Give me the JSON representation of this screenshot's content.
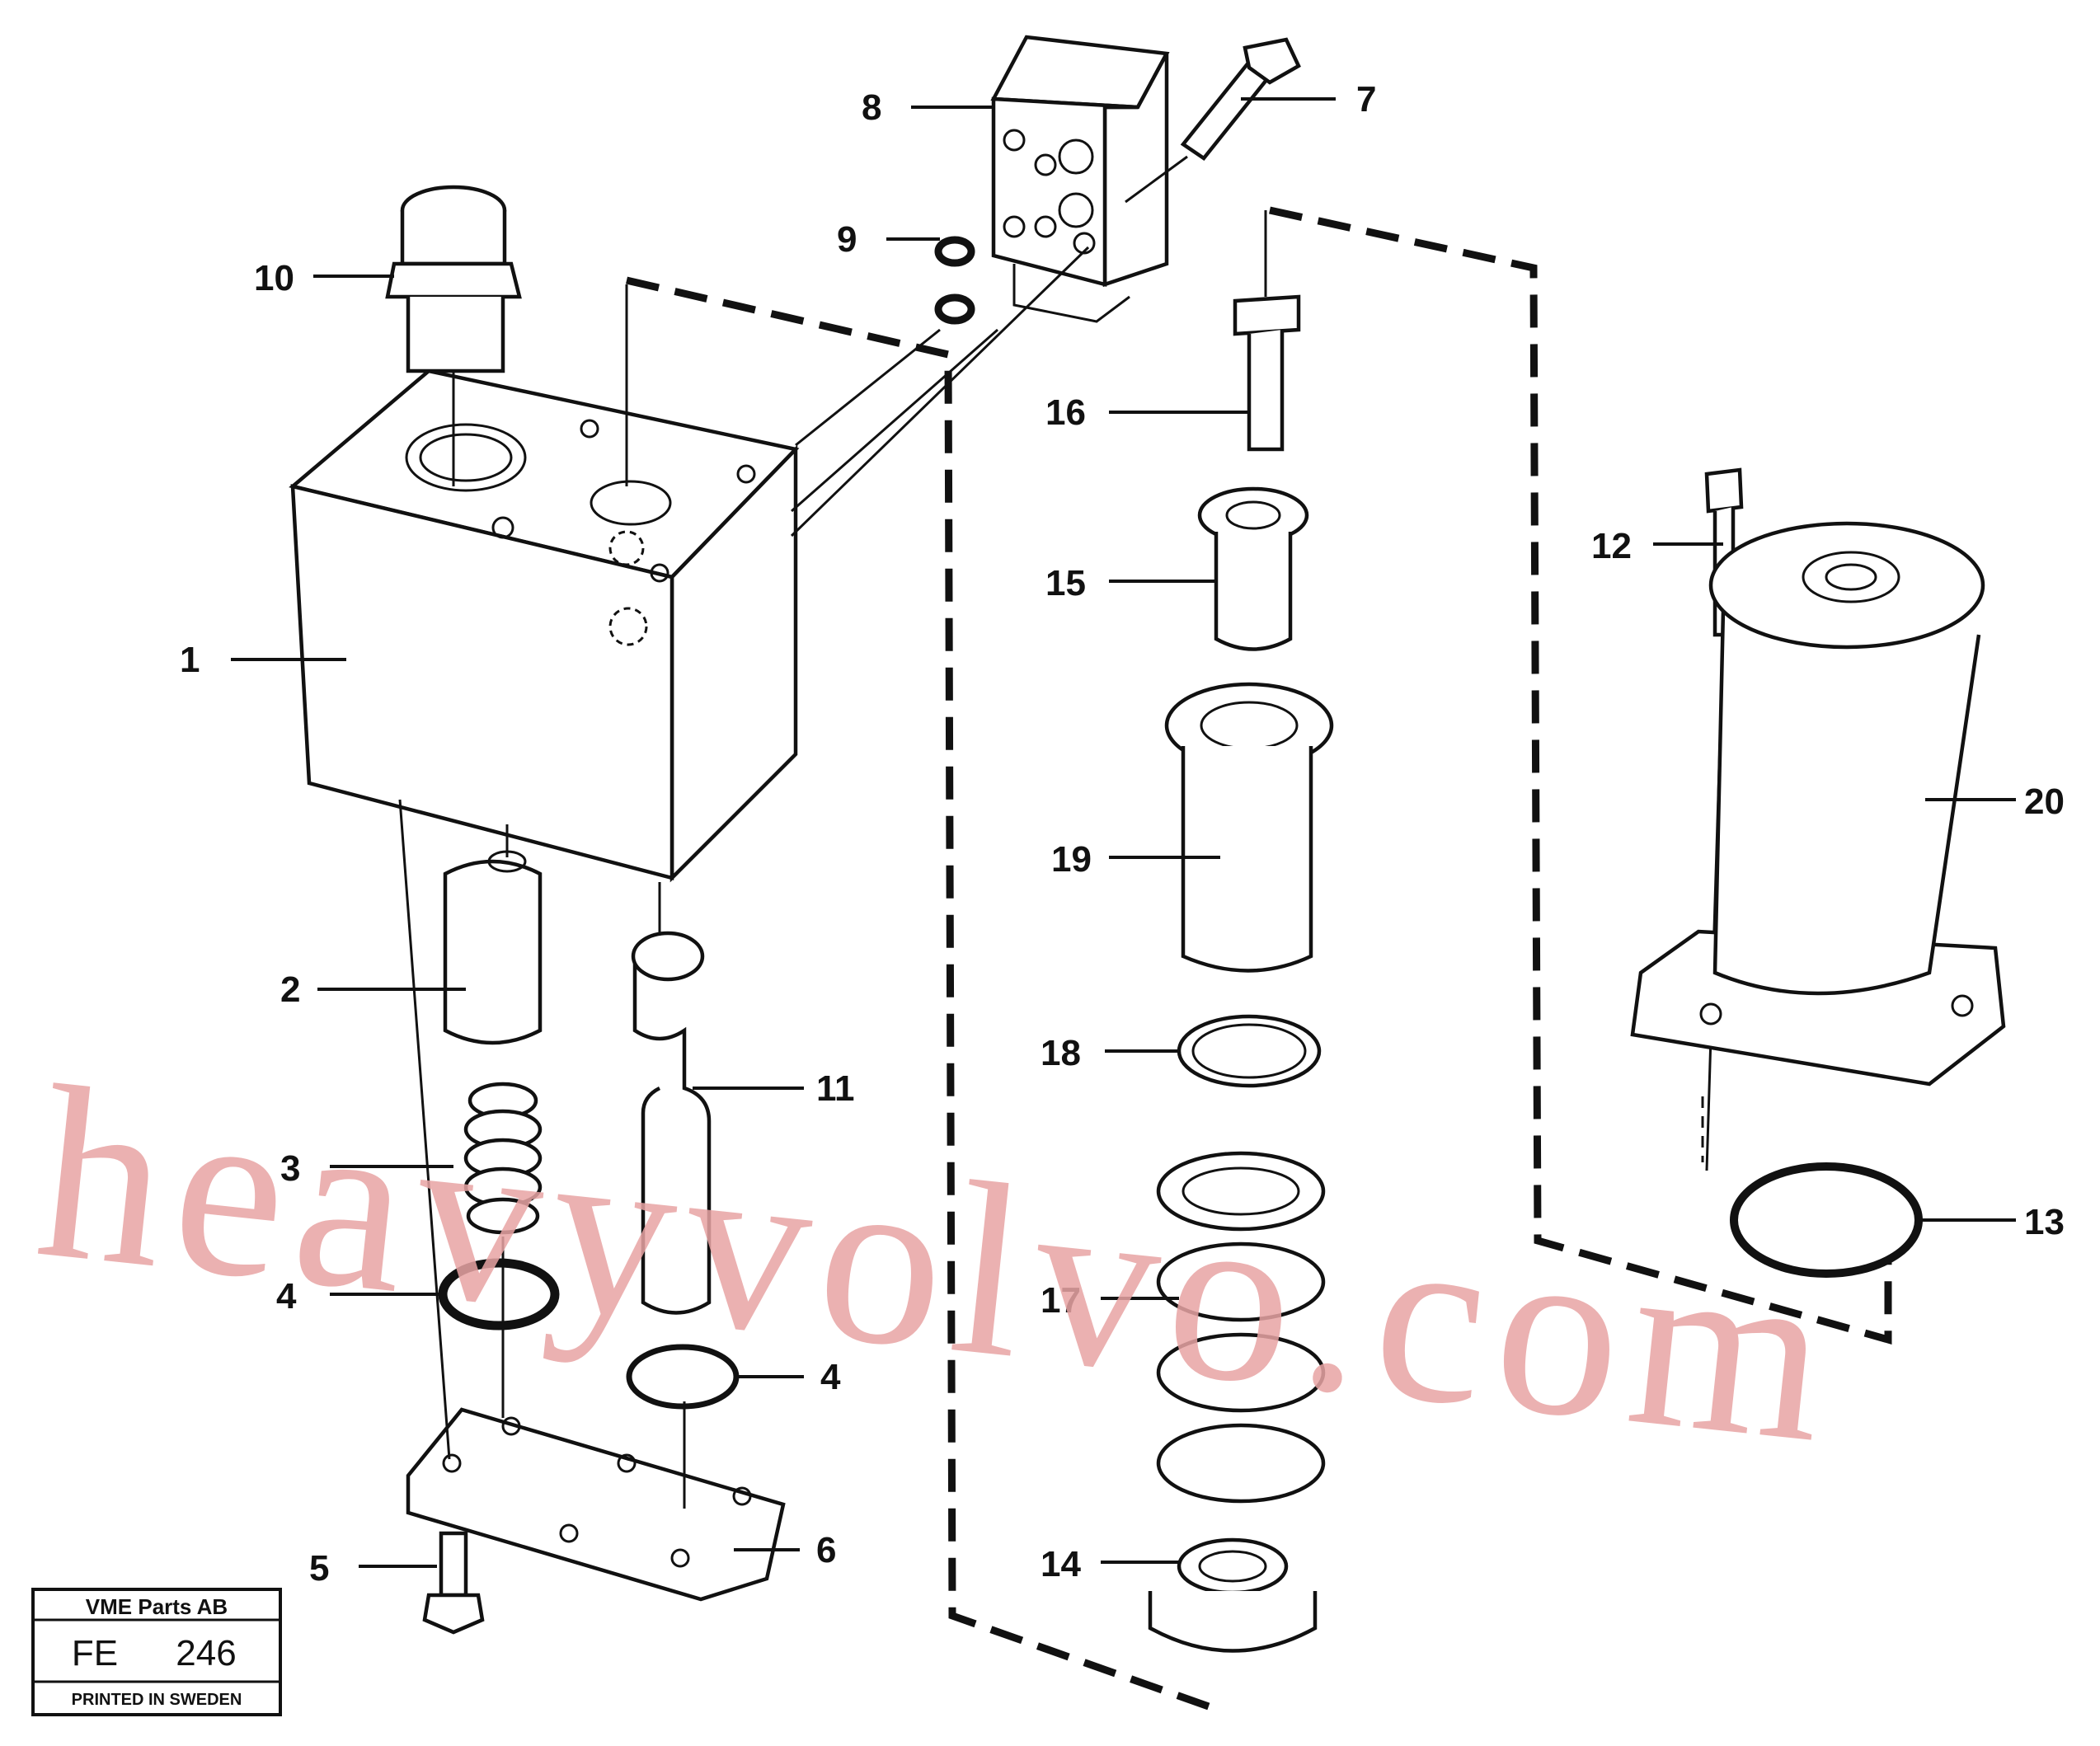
{
  "watermark": "heavyvolvo.com",
  "stamp": {
    "company": "VME Parts AB",
    "code": "FE",
    "number": "246",
    "printed": "PRINTED IN SWEDEN"
  },
  "callouts": {
    "p1": "1",
    "p2": "2",
    "p3": "3",
    "p4a": "4",
    "p4b": "4",
    "p5": "5",
    "p6": "6",
    "p7": "7",
    "p8": "8",
    "p9": "9",
    "p10": "10",
    "p11": "11",
    "p12": "12",
    "p13": "13",
    "p14": "14",
    "p15": "15",
    "p16": "16",
    "p17": "17",
    "p18": "18",
    "p19": "19",
    "p20": "20"
  }
}
